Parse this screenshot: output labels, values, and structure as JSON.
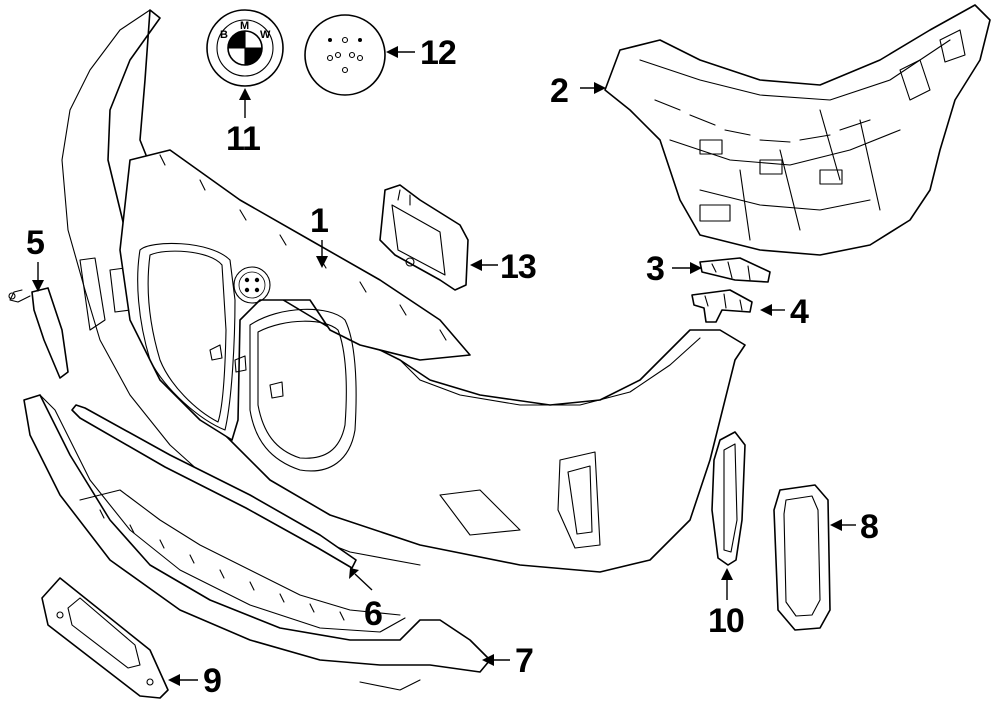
{
  "diagram": {
    "callouts": [
      {
        "id": "1",
        "label": "1"
      },
      {
        "id": "2",
        "label": "2"
      },
      {
        "id": "3",
        "label": "3"
      },
      {
        "id": "4",
        "label": "4"
      },
      {
        "id": "5",
        "label": "5"
      },
      {
        "id": "6",
        "label": "6"
      },
      {
        "id": "7",
        "label": "7"
      },
      {
        "id": "8",
        "label": "8"
      },
      {
        "id": "9",
        "label": "9"
      },
      {
        "id": "10",
        "label": "10"
      },
      {
        "id": "11",
        "label": "11"
      },
      {
        "id": "12",
        "label": "12"
      },
      {
        "id": "13",
        "label": "13"
      }
    ],
    "emblem": {
      "letters": [
        "B",
        "M",
        "W"
      ]
    }
  },
  "colors": {
    "line": "#000000",
    "background": "#ffffff"
  }
}
